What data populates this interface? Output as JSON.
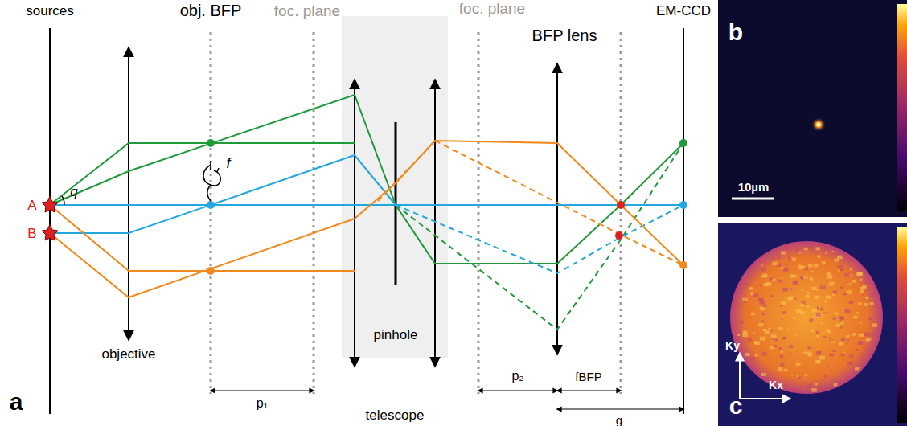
{
  "diagram": {
    "labels": [
      "sources",
      "obj. BFP",
      "foc. plane",
      "foc. plane",
      "EM-CCD",
      "BFP lens",
      "A",
      "B",
      "q",
      "f",
      "objective",
      "pinhole",
      "telescope",
      "p₁",
      "p₂",
      "fBFP",
      "g",
      "a",
      "b",
      "10µm",
      "Ky",
      "Kx",
      "c"
    ]
  }
}
